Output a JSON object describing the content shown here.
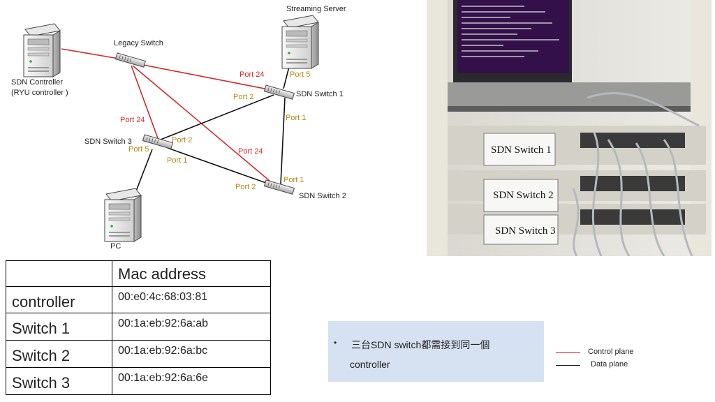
{
  "diagram": {
    "devices": {
      "streaming_server": "Streaming Server",
      "legacy_switch": "Legacy Switch",
      "sdn_controller_line1": "SDN Controller",
      "sdn_controller_line2": "(RYU controller )",
      "sdn_switch1": "SDN Switch 1",
      "sdn_switch2": "SDN Switch 2",
      "sdn_switch3": "SDN Switch 3",
      "pc": "PC"
    },
    "ports": {
      "legacy_to_s1": "Port 24",
      "server_to_s1": "Port 5",
      "s1_to_s3": "Port 2",
      "s1_to_s2": "Port 1",
      "legacy_to_s3": "Port 24",
      "s3_to_s1": "Port 2",
      "s3_to_pc": "Port 5",
      "s3_to_s2": "Port 1",
      "legacy_to_s2": "Port 24",
      "s2_to_s1": "Port 1",
      "s2_to_s3": "Port 2"
    },
    "colors": {
      "control_plane": "#d9262a",
      "data_plane": "#111111",
      "port_red": "#d9262a",
      "port_gold": "#b8860b"
    }
  },
  "photo": {
    "labels": [
      "SDN Switch 1",
      "SDN Switch 2",
      "SDN Switch 3"
    ]
  },
  "table": {
    "header": "Mac address",
    "rows": [
      {
        "name": "controller",
        "mac": "00:e0:4c:68:03:81"
      },
      {
        "name": "Switch 1",
        "mac": "00:1a:eb:92:6a:ab"
      },
      {
        "name": "Switch 2",
        "mac": "00:1a:eb:92:6a:bc"
      },
      {
        "name": "Switch 3",
        "mac": "00:1a:eb:92:6a:6e"
      }
    ]
  },
  "note": {
    "bullet": "•",
    "line1": "三台SDN switch都需接到同一個",
    "line2": "controller"
  },
  "legend": {
    "control": "Control plane",
    "data": "Data plane"
  }
}
